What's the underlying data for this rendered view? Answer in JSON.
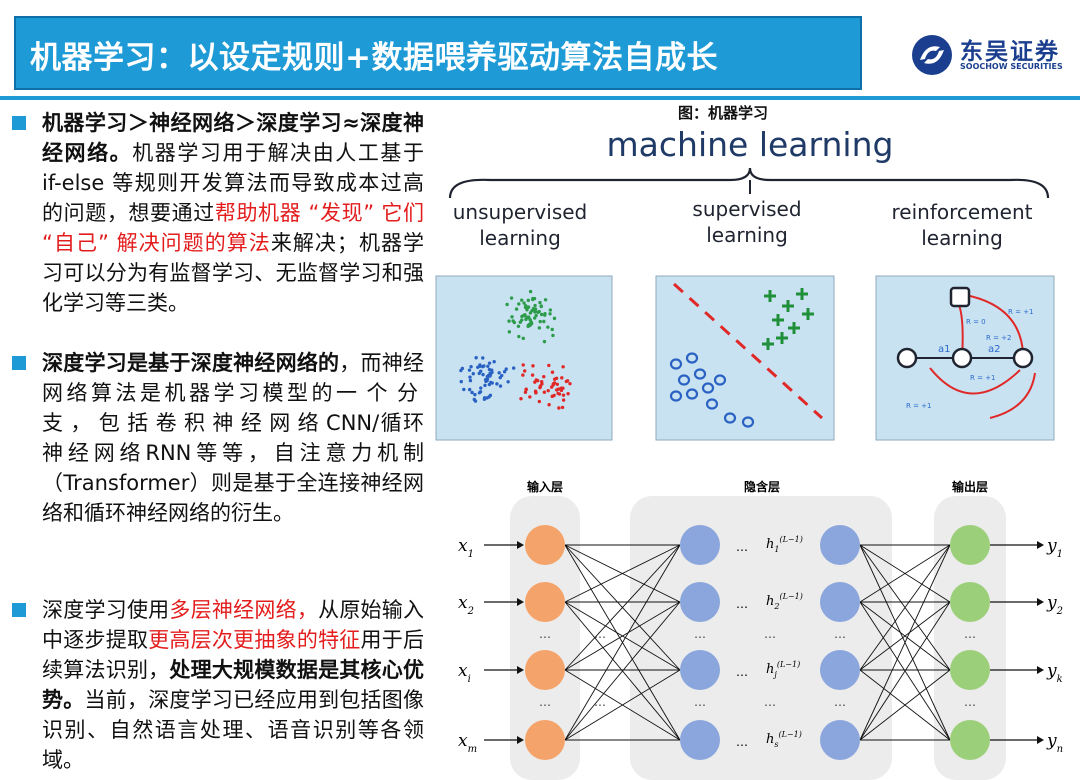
{
  "header": {
    "title": "机器学习：以设定规则+数据喂养驱动算法自成长",
    "logo_cn": "东吴证券",
    "logo_en": "SOOCHOW SECURITIES"
  },
  "bullets": [
    {
      "a": "机器学习＞神经网络＞深度学习≈深度神经网络。",
      "b": "机器学习用于解决由人工基于 if-else 等规则开发算法而导致成本过高的问题，想要通过",
      "c": "帮助机器 “发现” 它们 “自己” 解决问题的算法",
      "d": "来解决；机器学习可以分为有监督学习、无监督学习和强化学习等三类。"
    },
    {
      "a": "深度学习是基于深度神经网络的",
      "b": "，而神经网络算法是机器学习模型的",
      "c": "一个分支，包括卷积神经网络",
      "d": "CNN/循环神经网络RNN等等，自注意力机制（Transformer）则是基于全连接神经网络和循环神经网络的衍生。"
    },
    {
      "a": "深度学习使用",
      "b": "多层神经网络，",
      "c": "从原始输入中逐步提取",
      "d": "更高层次更抽象的特征",
      "e": "用于后续算法识别，",
      "f": "处理大规模数据是其核心优势。",
      "g": "当前，深度学习已经应用到包括图像识别、自然语言处理、语音识别等各领域。"
    }
  ],
  "figure": {
    "caption": "图：机器学习",
    "main_title": "machine learning",
    "branches": [
      {
        "line1": "unsupervised",
        "line2": "learning"
      },
      {
        "line1": "supervised",
        "line2": "learning"
      },
      {
        "line1": "reinforcement",
        "line2": "learning"
      }
    ],
    "rl_labels": {
      "a1": "a1",
      "a2": "a2",
      "r0": "R = 0",
      "r1": "R = +1",
      "r2": "R = +2",
      "r1b": "R = +1",
      "r1c": "R = +1"
    }
  },
  "network": {
    "input_label": "输入层",
    "hidden_label": "隐含层",
    "output_label": "输出层",
    "inputs": [
      "x",
      "x",
      "x",
      "x"
    ],
    "input_subs": [
      "1",
      "2",
      "i",
      "m"
    ],
    "outputs": [
      "y",
      "y",
      "y",
      "y"
    ],
    "output_subs": [
      "1",
      "2",
      "k",
      "n"
    ],
    "hidden_base": "h",
    "hidden_subs": [
      "1",
      "2",
      "j",
      "s"
    ],
    "hidden_sup": "(L−1)",
    "ellipsis": "…",
    "colors": {
      "input": "#f4a46a",
      "hidden": "#8aa6dc",
      "output": "#9ccf7a",
      "band": "#ececec"
    }
  }
}
